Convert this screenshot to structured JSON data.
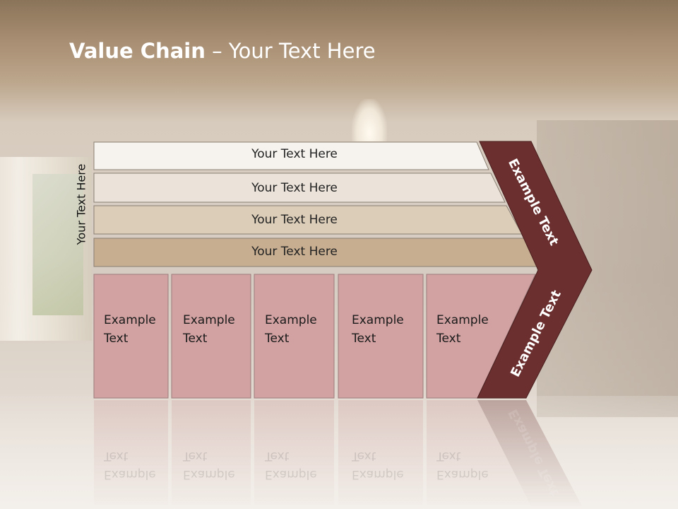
{
  "title": {
    "bold": "Value Chain",
    "regular": " – Your Text Here"
  },
  "side_label": "Your Text Here",
  "rows": [
    {
      "label": "Your Text Here",
      "color": "#f6f3ee"
    },
    {
      "label": "Your Text Here",
      "color": "#ebe3d9"
    },
    {
      "label": "Your Text Here",
      "color": "#dccdb9"
    },
    {
      "label": "Your Text Here",
      "color": "#c7ae91"
    }
  ],
  "boxes": [
    {
      "line1": "Example",
      "line2": "Text"
    },
    {
      "line1": "Example",
      "line2": "Text"
    },
    {
      "line1": "Example",
      "line2": "Text"
    },
    {
      "line1": "Example",
      "line2": "Text"
    },
    {
      "line1": "Example",
      "line2": "Text"
    }
  ],
  "chevron": {
    "upper_label": "Example Text",
    "lower_label": "Example Text"
  },
  "colors": {
    "box_fill": "#d2a2a2",
    "chevron_fill": "#6b2f2f"
  }
}
